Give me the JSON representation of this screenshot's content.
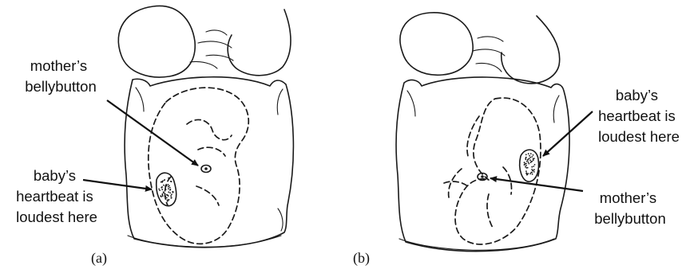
{
  "panels": [
    {
      "letter": "(a)",
      "navel_label": [
        "mother’s",
        "bellybutton"
      ],
      "heartbeat_label": [
        "baby’s",
        "heartbeat is",
        "loudest here"
      ]
    },
    {
      "letter": "(b)",
      "navel_label": [
        "mother’s",
        "bellybutton"
      ],
      "heartbeat_label": [
        "baby’s",
        "heartbeat is",
        "loudest here"
      ]
    }
  ],
  "colors": {
    "ink": "#1a1a1a",
    "background": "#ffffff"
  }
}
